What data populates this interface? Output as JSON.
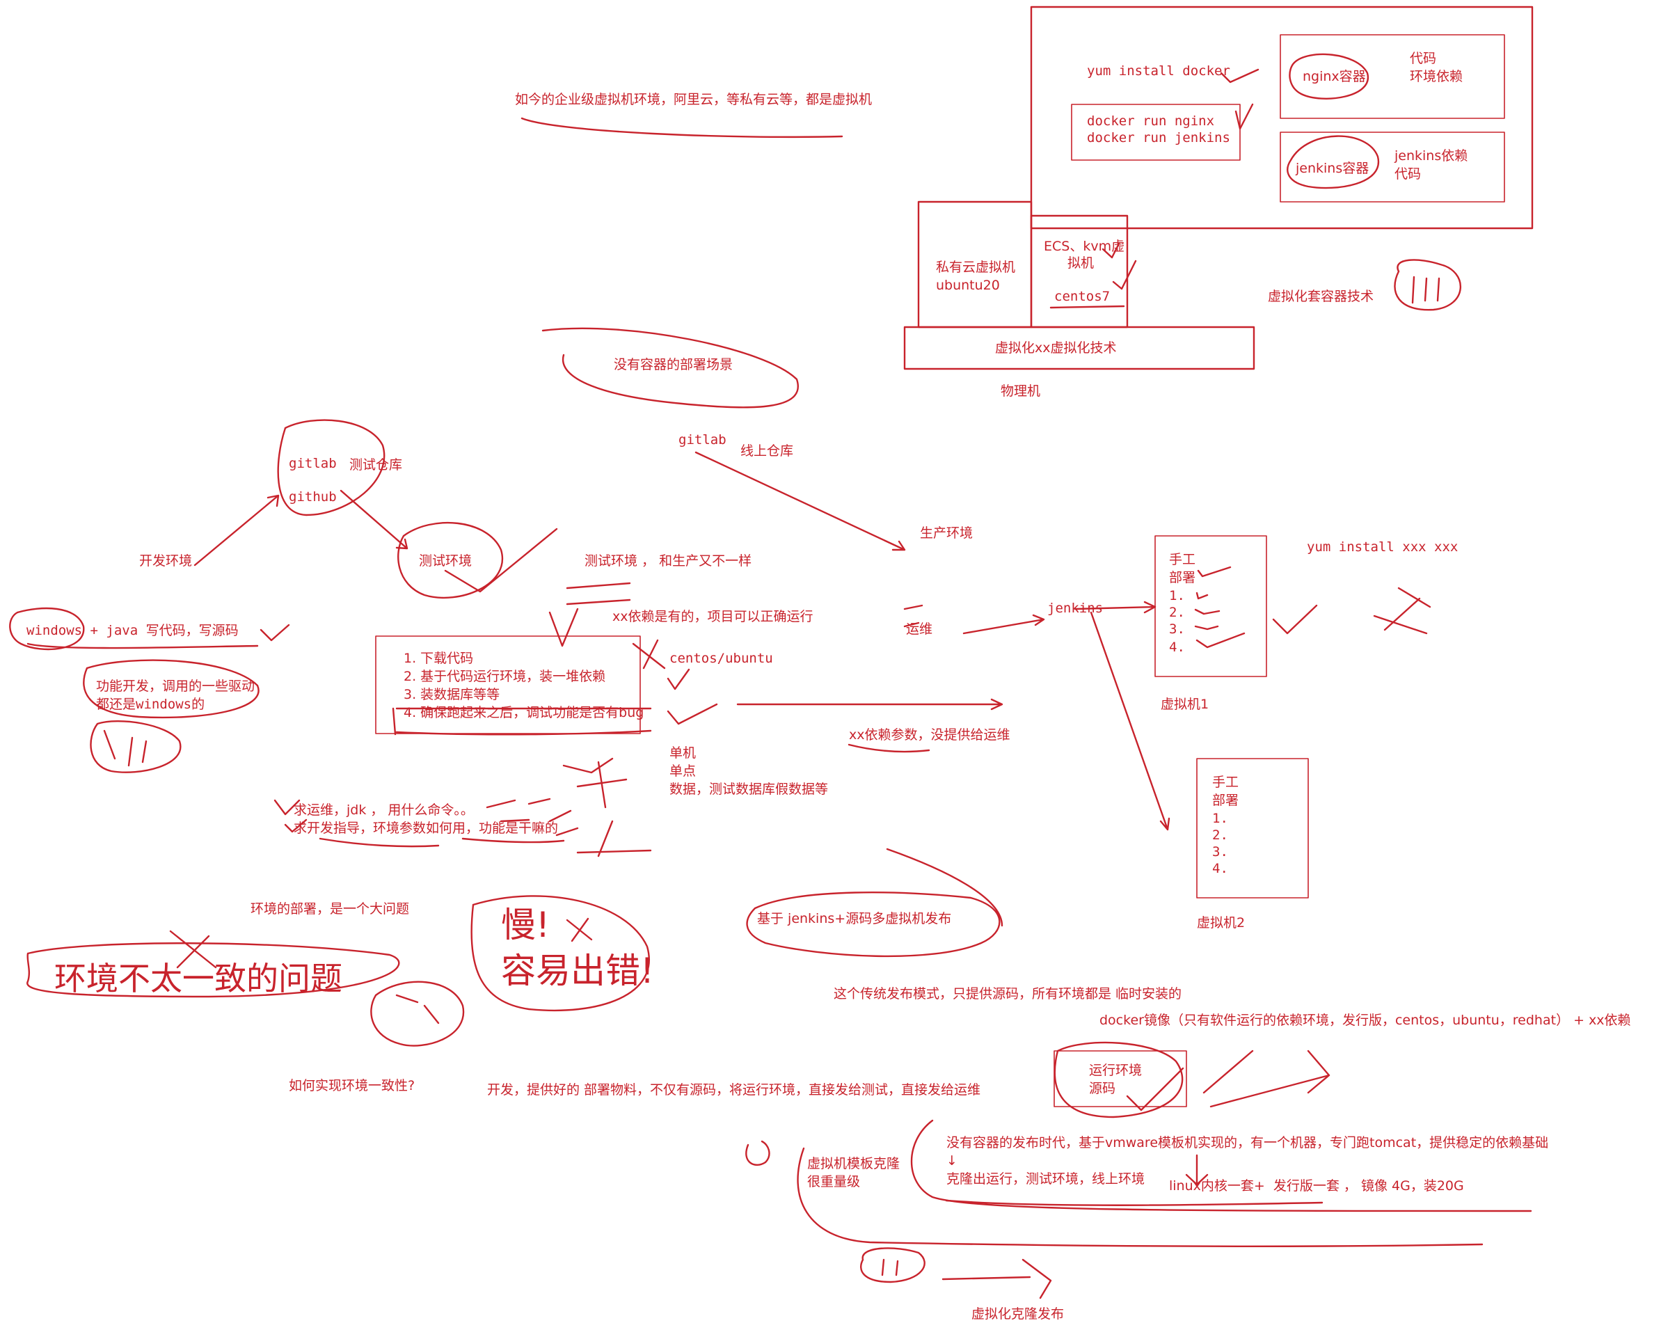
{
  "colors": {
    "ink": "#c8232c",
    "background": "#ffffff"
  },
  "texts": {
    "enterprise_vm": "如今的企业级虚拟机环境，阿里云，等私有云等，都是虚拟机",
    "yum_install_docker": "yum install docker",
    "docker_run_1": "docker run nginx",
    "docker_run_2": "docker run jenkins",
    "nginx_container": "nginx容器",
    "nginx_code": "代码",
    "nginx_env": "环境依赖",
    "jenkins_container": "jenkins容器",
    "jenkins_dep": "jenkins依赖",
    "jenkins_code": "代码",
    "private_vm_1": "私有云虚拟机",
    "private_vm_2": "ubuntu20",
    "ecs_1": "ECS、kvm虚",
    "ecs_2": "拟机",
    "centos7": "centos7",
    "virt_tech": "虚拟化xx虚拟化技术",
    "physical": "物理机",
    "virt_container": "虚拟化套容器技术",
    "no_container": "没有容器的部署场景",
    "gitlab_online": "gitlab",
    "online_repo": "线上仓库",
    "gitlab": "gitlab",
    "test_repo": "测试仓库",
    "github": "github",
    "prod_env": "生产环境",
    "dev_env": "开发环境",
    "test_env": "测试环境",
    "test_env_diff": "测试环境 ， 和生产又不一样",
    "deps_ok": "xx依赖是有的，项目可以正确运行",
    "windows_java": "windows + java 写代码，写源码",
    "feature_dev_1": "功能开发，调用的一些驱动",
    "feature_dev_2": "都还是windows的",
    "steps": [
      "1. 下载代码",
      "2. 基于代码运行环境，装一堆依赖",
      "3. 装数据库等等",
      "4. 确保跑起来之后，调试功能是否有bug"
    ],
    "centos_ubuntu": "centos/ubuntu",
    "single_1": "单机",
    "single_2": "单点",
    "single_3": "数据，测试数据库假数据等",
    "ops": "运维",
    "jenkins": "jenkins",
    "xx_params": "xx依赖参数，没提供给运维",
    "ask_ops_1": "求运维，jdk ， 用什么命令。。",
    "ask_ops_2": "求开发指导，环境参数如何用，功能是干嘛的",
    "deploy_issue": "环境的部署，是一个大问题",
    "inconsistent": "环境不太一致的问题",
    "slow": "慢!",
    "error_prone": "容易出错!",
    "jenkins_deploy": "基于 jenkins+源码多虚拟机发布",
    "traditional": "这个传统发布模式，只提供源码，所有环境都是 临时安装的",
    "how_consistent": "如何实现环境一致性?",
    "dev_provides": "开发，提供好的 部署物料，不仅有源码，将运行环境，直接发给测试，直接发给运维",
    "docker_image": "docker镜像（只有软件运行的依赖环境，发行版，centos，ubuntu，redhat） + xx依赖",
    "run_env": "运行环境",
    "source_code": "源码",
    "manual_1": "手工",
    "manual_2": "部署",
    "nums": [
      "1.",
      "2.",
      "3.",
      "4."
    ],
    "vm1": "虚拟机1",
    "vm2": "虚拟机2",
    "yum_xxx": "yum install xxx xxx",
    "no_container_era": "没有容器的发布时代，基于vmware模板机实现的，有一个机器，专门跑tomcat，提供稳定的依赖基础",
    "arrow_down": "↓",
    "clone_run": "克隆出运行，测试环境，线上环境",
    "linux_kernel": "linux内核一套+  发行版一套 ， 镜像 4G，装20G",
    "vm_template_1": "虚拟机模板克隆",
    "vm_template_2": "很重量级",
    "virt_clone": "虚拟化克隆发布"
  }
}
